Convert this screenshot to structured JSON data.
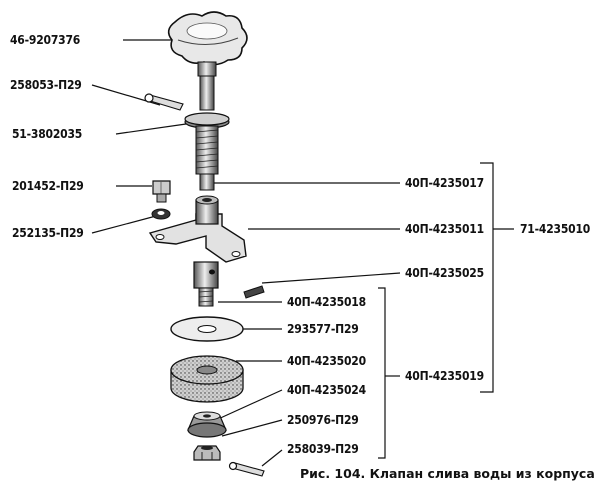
{
  "labels": {
    "p1": "46-9207376",
    "p2": "258053-П29",
    "p3": "51-3802035",
    "p4": "201452-П29",
    "p5": "252135-П29",
    "p6": "40П-4235017",
    "p7": "40П-4235011",
    "p8": "71-4235010",
    "p9": "40П-4235025",
    "p10": "40П-4235018",
    "p11": "293577-П29",
    "p12": "40П-4235020",
    "p13": "40П-4235019",
    "p14": "40П-4235024",
    "p15": "250976-П29",
    "p16": "258039-П29"
  },
  "caption": "Рис. 104. Клапан слива воды из корпуса",
  "colors": {
    "ink": "#111111",
    "paper": "#ffffff"
  }
}
